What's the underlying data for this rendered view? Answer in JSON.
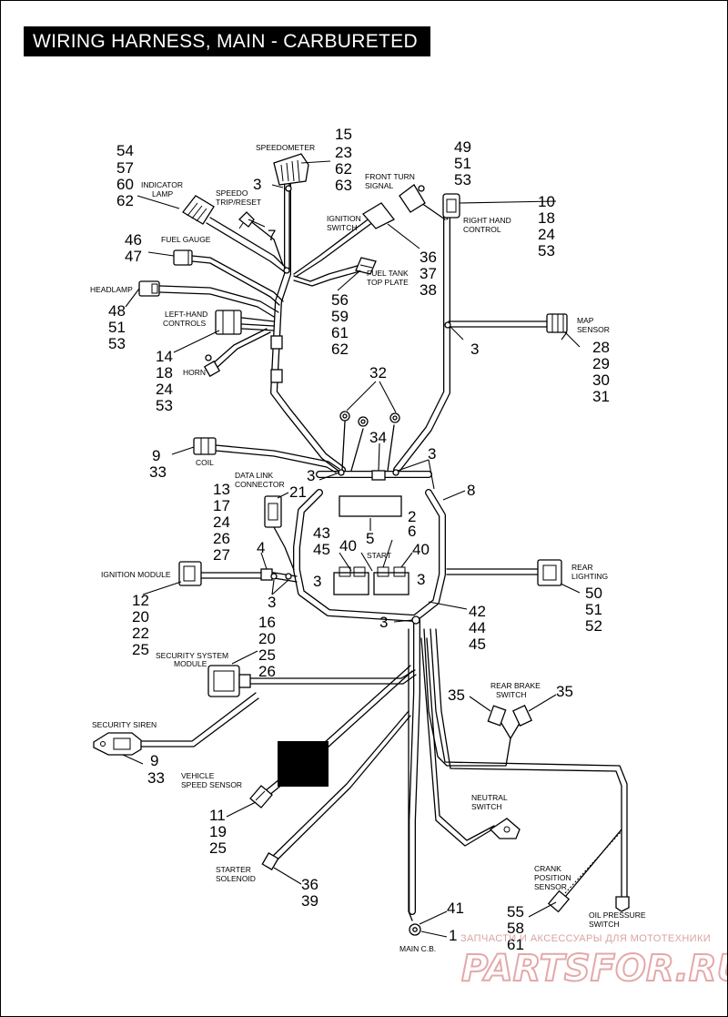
{
  "title": "WIRING HARNESS, MAIN - CARBURETED",
  "callouts": {
    "speedometer": [
      "15",
      "23",
      "62",
      "63"
    ],
    "indicator_lamp": [
      "54",
      "57",
      "60",
      "62"
    ],
    "speedo_clip": "3",
    "speedo_trip_reset": "7",
    "front_turn_signal": [
      "49",
      "51",
      "53"
    ],
    "right_hand_control": [
      "10",
      "18",
      "24",
      "53"
    ],
    "fuel_gauge": [
      "46",
      "47"
    ],
    "ignition_switch": [
      "36",
      "37",
      "38"
    ],
    "fuel_tank_top_plate": [
      "56",
      "59",
      "61",
      "62"
    ],
    "headlamp": [
      "48",
      "51",
      "53"
    ],
    "map_sensor_clip": "3",
    "map_sensor": [
      "28",
      "29",
      "30",
      "31"
    ],
    "left_hand_controls": [
      "14",
      "18",
      "24",
      "53"
    ],
    "ring_terminals": "32",
    "coil": [
      "9",
      "33"
    ],
    "fuse_block_clip": "34",
    "clip_left": "3",
    "clip_right": "3",
    "data_link_connector": [
      "13",
      "17",
      "24",
      "26",
      "27"
    ],
    "data_link_21": "21",
    "cover": "8",
    "panel": "5",
    "relay_43_45": [
      "43",
      "45"
    ],
    "relay_40_left": "40",
    "start_2_6": [
      "2",
      "6"
    ],
    "relay_40_right": "40",
    "ignition_module_4": "4",
    "clip_3_mid_left": "3",
    "clip_3_mid_right": "3",
    "clips_3_pair": "3",
    "ignition_module": [
      "12",
      "20",
      "22",
      "25"
    ],
    "rear_lighting": [
      "50",
      "51",
      "52"
    ],
    "breakout": [
      "42",
      "44",
      "45"
    ],
    "clip_3_bottom": "3",
    "security_system_module": [
      "16",
      "20",
      "25",
      "26"
    ],
    "rear_brake_left": "35",
    "rear_brake_right": "35",
    "security_siren": [
      "9",
      "33"
    ],
    "vehicle_speed_sensor": [
      "11",
      "19",
      "25"
    ],
    "starter_solenoid": [
      "36",
      "39"
    ],
    "main_cb": [
      "41",
      "1"
    ],
    "crank_position_sensor": [
      "55",
      "58",
      "61"
    ]
  },
  "labels": {
    "speedometer": "SPEEDOMETER",
    "indicator_lamp": [
      "INDICATOR",
      "LAMP"
    ],
    "speedo_trip_reset": [
      "SPEEDO",
      "TRIP/RESET"
    ],
    "front_turn_signal": [
      "FRONT TURN",
      "SIGNAL"
    ],
    "right_hand_control": [
      "RIGHT HAND",
      "CONTROL"
    ],
    "ignition_switch": [
      "IGNITION",
      "SWITCH"
    ],
    "fuel_gauge": "FUEL GAUGE",
    "fuel_tank_top_plate": [
      "FUEL TANK",
      "TOP PLATE"
    ],
    "headlamp": "HEADLAMP",
    "left_hand_controls": [
      "LEFT-HAND",
      "CONTROLS"
    ],
    "map_sensor": [
      "MAP",
      "SENSOR"
    ],
    "horn": "HORN",
    "coil": "COIL",
    "data_link_connector": [
      "DATA LINK",
      "CONNECTOR"
    ],
    "start": "START",
    "ignition_module": "IGNITION MODULE",
    "rear_lighting": [
      "REAR",
      "LIGHTING"
    ],
    "security_system_module": [
      "SECURITY SYSTEM",
      "MODULE"
    ],
    "rear_brake_switch": [
      "REAR BRAKE",
      "SWITCH"
    ],
    "security_siren": "SECURITY SIREN",
    "neutral_switch": [
      "NEUTRAL",
      "SWITCH"
    ],
    "vehicle_speed_sensor": [
      "VEHICLE",
      "SPEED SENSOR"
    ],
    "starter_solenoid": [
      "STARTER",
      "SOLENOID"
    ],
    "crank_position_sensor": [
      "CRANK",
      "POSITION",
      "SENSOR"
    ],
    "oil_pressure_switch": [
      "OIL PRESSURE",
      "SWITCH"
    ],
    "main_cb": "MAIN C.B."
  },
  "watermark": {
    "line1": "ЗАПЧАСТИ И АКСЕССУАРЫ ДЛЯ МОТОТЕХНИКИ",
    "line2": "PARTSFOR.RU"
  }
}
